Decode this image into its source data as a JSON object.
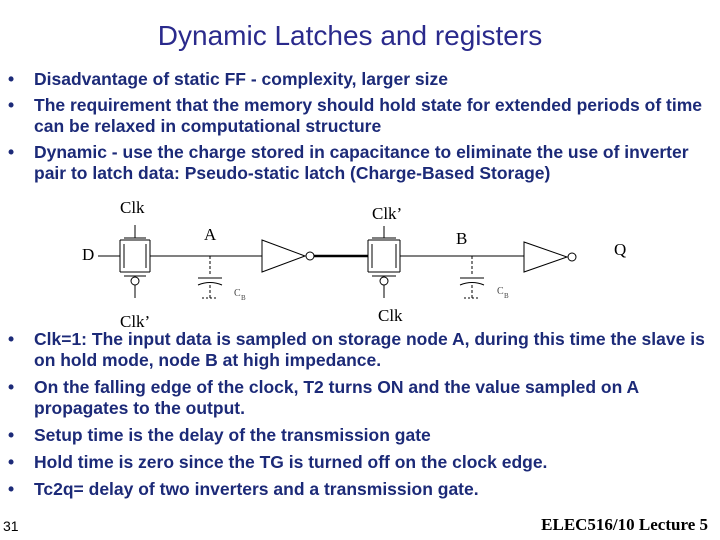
{
  "slide": {
    "title": "Dynamic Latches and registers",
    "bullets_top": [
      "Disadvantage of static FF - complexity, larger size",
      "The requirement that the memory should hold state for extended periods of time can be relaxed in computational structure",
      "Dynamic - use the charge stored in capacitance to eliminate the use of inverter pair to latch data: Pseudo-static latch (Charge-Based Storage)"
    ],
    "bullets_bottom": [
      "Clk=1: The input data is sampled on storage node A, during this time the slave is on hold mode, node B at high impedance.",
      "On the falling edge of the clock, T2 turns ON and the value sampled on A propagates to the output.",
      "Setup time is the delay of the transmission gate",
      "Hold time is zero since the TG is turned off on the clock edge.",
      "Tc2q= delay of two inverters and a transmission gate."
    ],
    "page_number": "31",
    "footer": "ELEC516/10 Lecture 5"
  },
  "diagram": {
    "labels": {
      "clk_top_1": "Clk",
      "clk_bar_bottom_1": "Clk’",
      "clk_bar_top_2": "Clk’",
      "clk_bottom_2": "Clk",
      "input": "D",
      "node_a": "A",
      "node_b": "B",
      "output": "Q",
      "cap_1": "C",
      "cap_1_sub": "B",
      "cap_2": "C",
      "cap_2_sub": "B"
    }
  }
}
